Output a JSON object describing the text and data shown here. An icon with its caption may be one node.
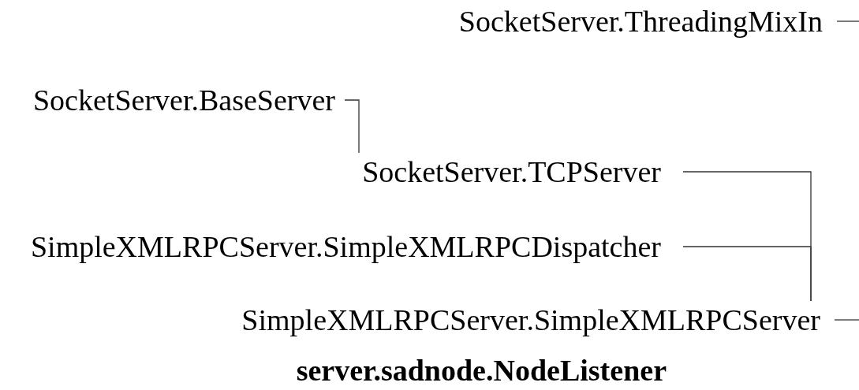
{
  "diagram": {
    "nodes": [
      {
        "text": [
          "SocketServer.ThreadingMixIn"
        ]
      },
      {
        "text": [
          "SocketServer.BaseServer"
        ]
      },
      {
        "text": [
          "SocketServer.TCPServer"
        ]
      },
      {
        "text": [
          "SimpleXMLRPCServer.SimpleXMLRPCDispatcher"
        ]
      },
      {
        "text": [
          "SimpleXMLRPCServer.SimpleXMLRPCServer"
        ]
      },
      {
        "text": [
          "server.sadnode.NodeListener"
        ]
      }
    ],
    "edges": [
      {
        "from": 1,
        "to": 2,
        "arrow": "none"
      },
      {
        "from": 2,
        "to": 4,
        "arrow": "none"
      },
      {
        "from": 3,
        "to": 4,
        "arrow": "none"
      },
      {
        "from": 0,
        "to": null,
        "arrow": "none"
      },
      {
        "from": 4,
        "to": null,
        "arrow": "none"
      }
    ]
  }
}
